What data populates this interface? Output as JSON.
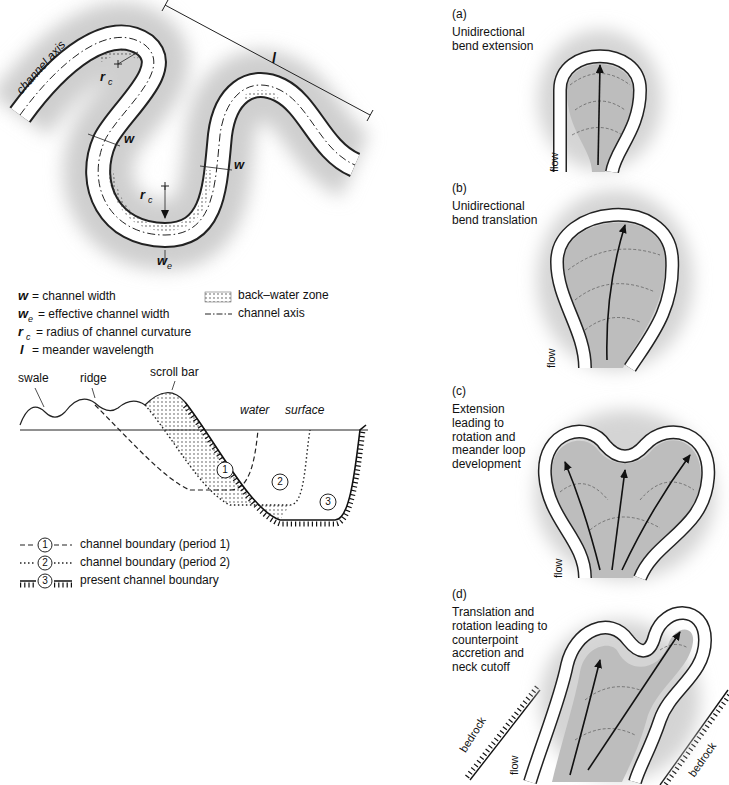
{
  "diagram": {
    "labels": [
      "channel axis",
      "l",
      "r",
      "c",
      "w",
      "r",
      "c",
      "w",
      "w",
      "e",
      "w",
      "= channel width",
      "w",
      "e",
      "= effective channel width",
      "r",
      "c",
      "= radius of channel curvature",
      "l",
      "= meander wavelength",
      "swale",
      "ridge",
      "scroll bar",
      "water",
      "surface",
      "1",
      "2",
      "3",
      "1",
      "2",
      "3",
      "(a)",
      "Unidirectional bend extension",
      "flow",
      "(b)",
      "Unidirectional bend translation",
      "flow",
      "(c)",
      "Extension leading to rotation and meander loop development",
      "flow",
      "(d)",
      "Translation and rotation leading to counterpoint accretion and neck cutoff",
      "bedrock",
      "bedrock",
      "flow"
    ],
    "legend": [
      {
        "text": "back–water zone"
      },
      {
        "text": "channel axis"
      },
      {
        "text": "channel boundary (period 1)"
      },
      {
        "text": "channel boundary (period 2)"
      },
      {
        "text": "present channel boundary"
      }
    ]
  }
}
